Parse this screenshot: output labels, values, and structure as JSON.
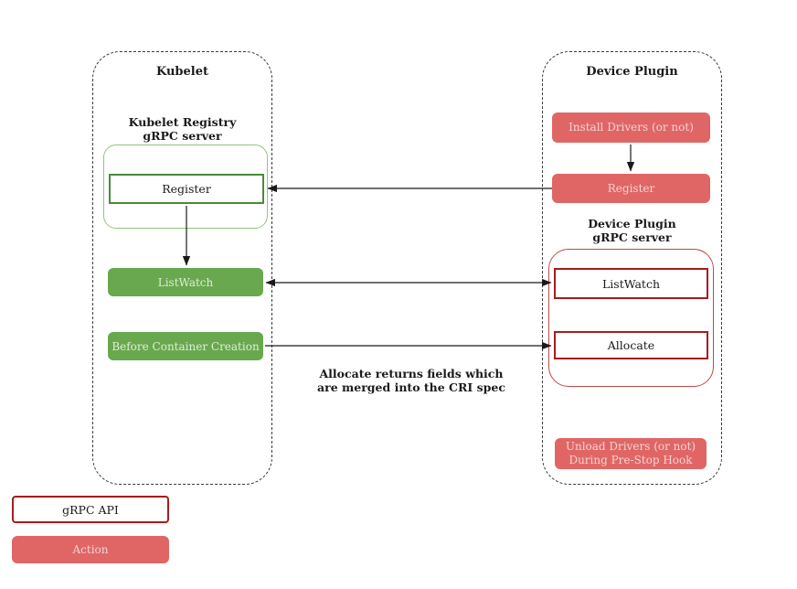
{
  "kubelet": {
    "title": "Kubelet",
    "registry_label_line1": "Kubelet Registry",
    "registry_label_line2": "gRPC server",
    "register_label": "Register",
    "listwatch_label": "ListWatch",
    "before_container_label": "Before Container Creation"
  },
  "device_plugin": {
    "title": "Device Plugin",
    "install_drivers_label": "Install Drivers (or not)",
    "register_label": "Register",
    "grpc_label_line1": "Device Plugin",
    "grpc_label_line2": "gRPC server",
    "listwatch_label": "ListWatch",
    "allocate_label": "Allocate",
    "unload_label_line1": "Unload Drivers (or not)",
    "unload_label_line2": "During Pre-Stop Hook"
  },
  "annotation": {
    "line1": "Allocate returns fields which",
    "line2": "are merged into the CRI spec"
  },
  "legend": {
    "grpc_api_label": "gRPC API",
    "action_label": "Action"
  },
  "colors": {
    "green_fill": "#6aa84f",
    "green_light_border": "#93c47d",
    "green_dark_border": "#4a8b3b",
    "red_fill": "#e06666",
    "red_light_border": "#bf4a4a",
    "red_dark_border": "#a61c1c",
    "line": "#1a1a1a",
    "background": "#ffffff"
  }
}
